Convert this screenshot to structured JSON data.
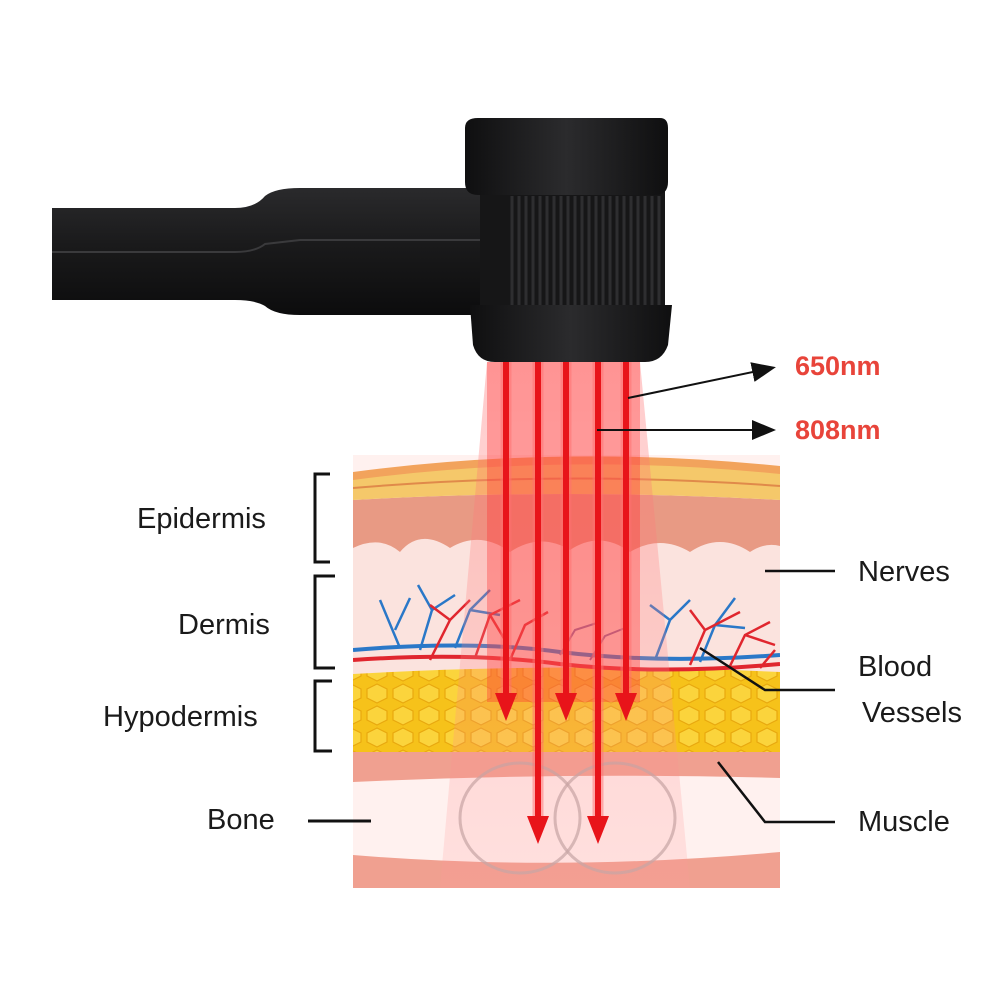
{
  "colors": {
    "beam": "#e8141a",
    "wavelength_text": "#e8443a",
    "device": "#1c1c1e",
    "epidermis": "#f5c86a",
    "dermis": "#fbe3de",
    "hypodermis": "#f6c21a",
    "muscle": "#f0a090",
    "artery": "#e0262e",
    "vein": "#2a78c8"
  },
  "wavelengths": {
    "first": "650nm",
    "second": "808nm"
  },
  "layers_left": {
    "epidermis": "Epidermis",
    "dermis": "Dermis",
    "hypodermis": "Hypodermis",
    "bone": "Bone"
  },
  "layers_right": {
    "nerves": "Nerves",
    "blood_line1": "Blood",
    "blood_line2": "Vessels",
    "muscle": "Muscle"
  }
}
